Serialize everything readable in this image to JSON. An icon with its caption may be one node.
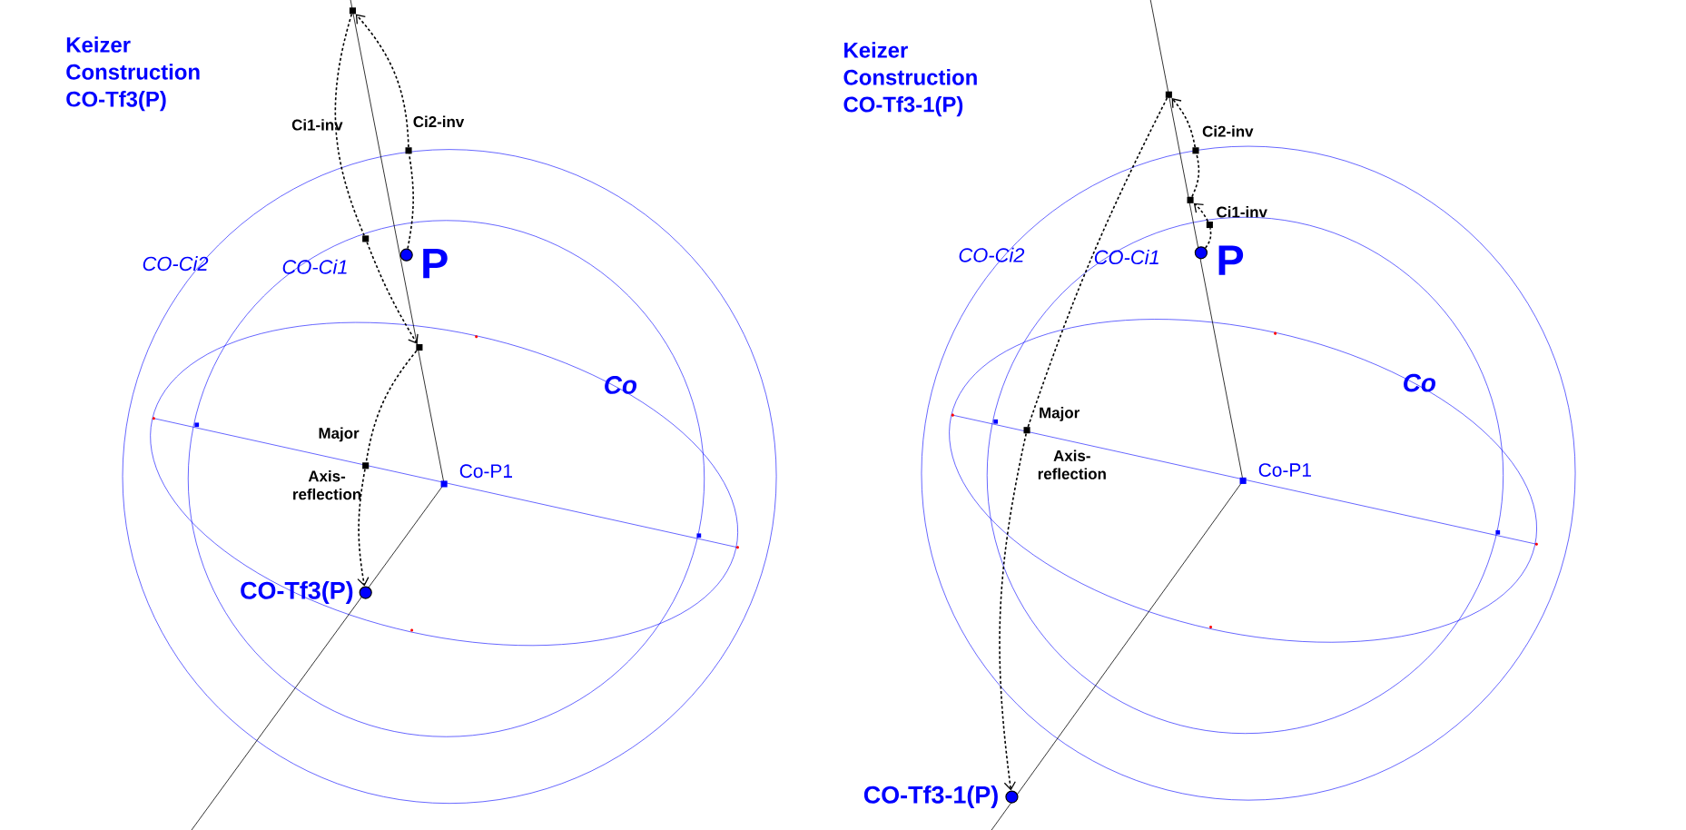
{
  "diagram": {
    "nodes": [
      {
        "text": [],
        "shape": "circle",
        "beside": [
          "P"
        ]
      },
      {
        "text": [],
        "shape": "box",
        "beside": [
          "Ci2-inv"
        ]
      },
      {
        "text": [],
        "shape": "box"
      },
      {
        "text": [],
        "shape": "box"
      },
      {
        "text": [],
        "shape": "box"
      },
      {
        "text": [],
        "shape": "box",
        "beside": [
          "Major",
          "Axis-reflection"
        ]
      },
      {
        "text": [],
        "shape": "circle",
        "beside": [
          "CO-Tf3(P)"
        ]
      },
      {
        "text": [],
        "shape": "circle",
        "beside": [
          "P"
        ]
      },
      {
        "text": [],
        "shape": "box",
        "beside": [
          "Ci1-inv"
        ]
      },
      {
        "text": [],
        "shape": "box"
      },
      {
        "text": [],
        "shape": "box",
        "beside": [
          "Ci2-inv"
        ]
      },
      {
        "text": [],
        "shape": "box"
      },
      {
        "text": [],
        "shape": "box",
        "beside": [
          "Major",
          "Axis-reflection"
        ]
      },
      {
        "text": [],
        "shape": "circle",
        "beside": [
          "CO-Tf3-1(P)"
        ]
      }
    ],
    "edges": [
      {
        "from": 0,
        "to": 1,
        "arrow": "none",
        "style": "dashed"
      },
      {
        "from": 1,
        "to": 2,
        "arrow": "to",
        "style": "dashed"
      },
      {
        "from": 2,
        "to": 3,
        "arrow": "none",
        "style": "dashed"
      },
      {
        "from": 3,
        "to": 4,
        "arrow": "to",
        "style": "dashed"
      },
      {
        "from": 4,
        "to": 5,
        "arrow": "none",
        "style": "dashed"
      },
      {
        "from": 5,
        "to": 6,
        "arrow": "to",
        "style": "dashed"
      },
      {
        "from": 7,
        "to": 8,
        "arrow": "none",
        "style": "dashed"
      },
      {
        "from": 8,
        "to": 9,
        "arrow": "to",
        "style": "dashed"
      },
      {
        "from": 9,
        "to": 10,
        "arrow": "none",
        "style": "dashed"
      },
      {
        "from": 10,
        "to": 11,
        "arrow": "to",
        "style": "dashed"
      },
      {
        "from": 11,
        "to": 12,
        "arrow": "none",
        "style": "dashed"
      },
      {
        "from": 12,
        "to": 13,
        "arrow": "to",
        "style": "dashed"
      }
    ],
    "labels": [
      "Keizer Construction CO-Tf3(P)",
      "Keizer Construction CO-Tf3-1(P)",
      "CO-Ci2",
      "CO-Ci1",
      "CO-Ci2",
      "CO-Ci1",
      "Co",
      "Co",
      "Co-P1",
      "Co-P1",
      "Ci1-inv"
    ]
  }
}
